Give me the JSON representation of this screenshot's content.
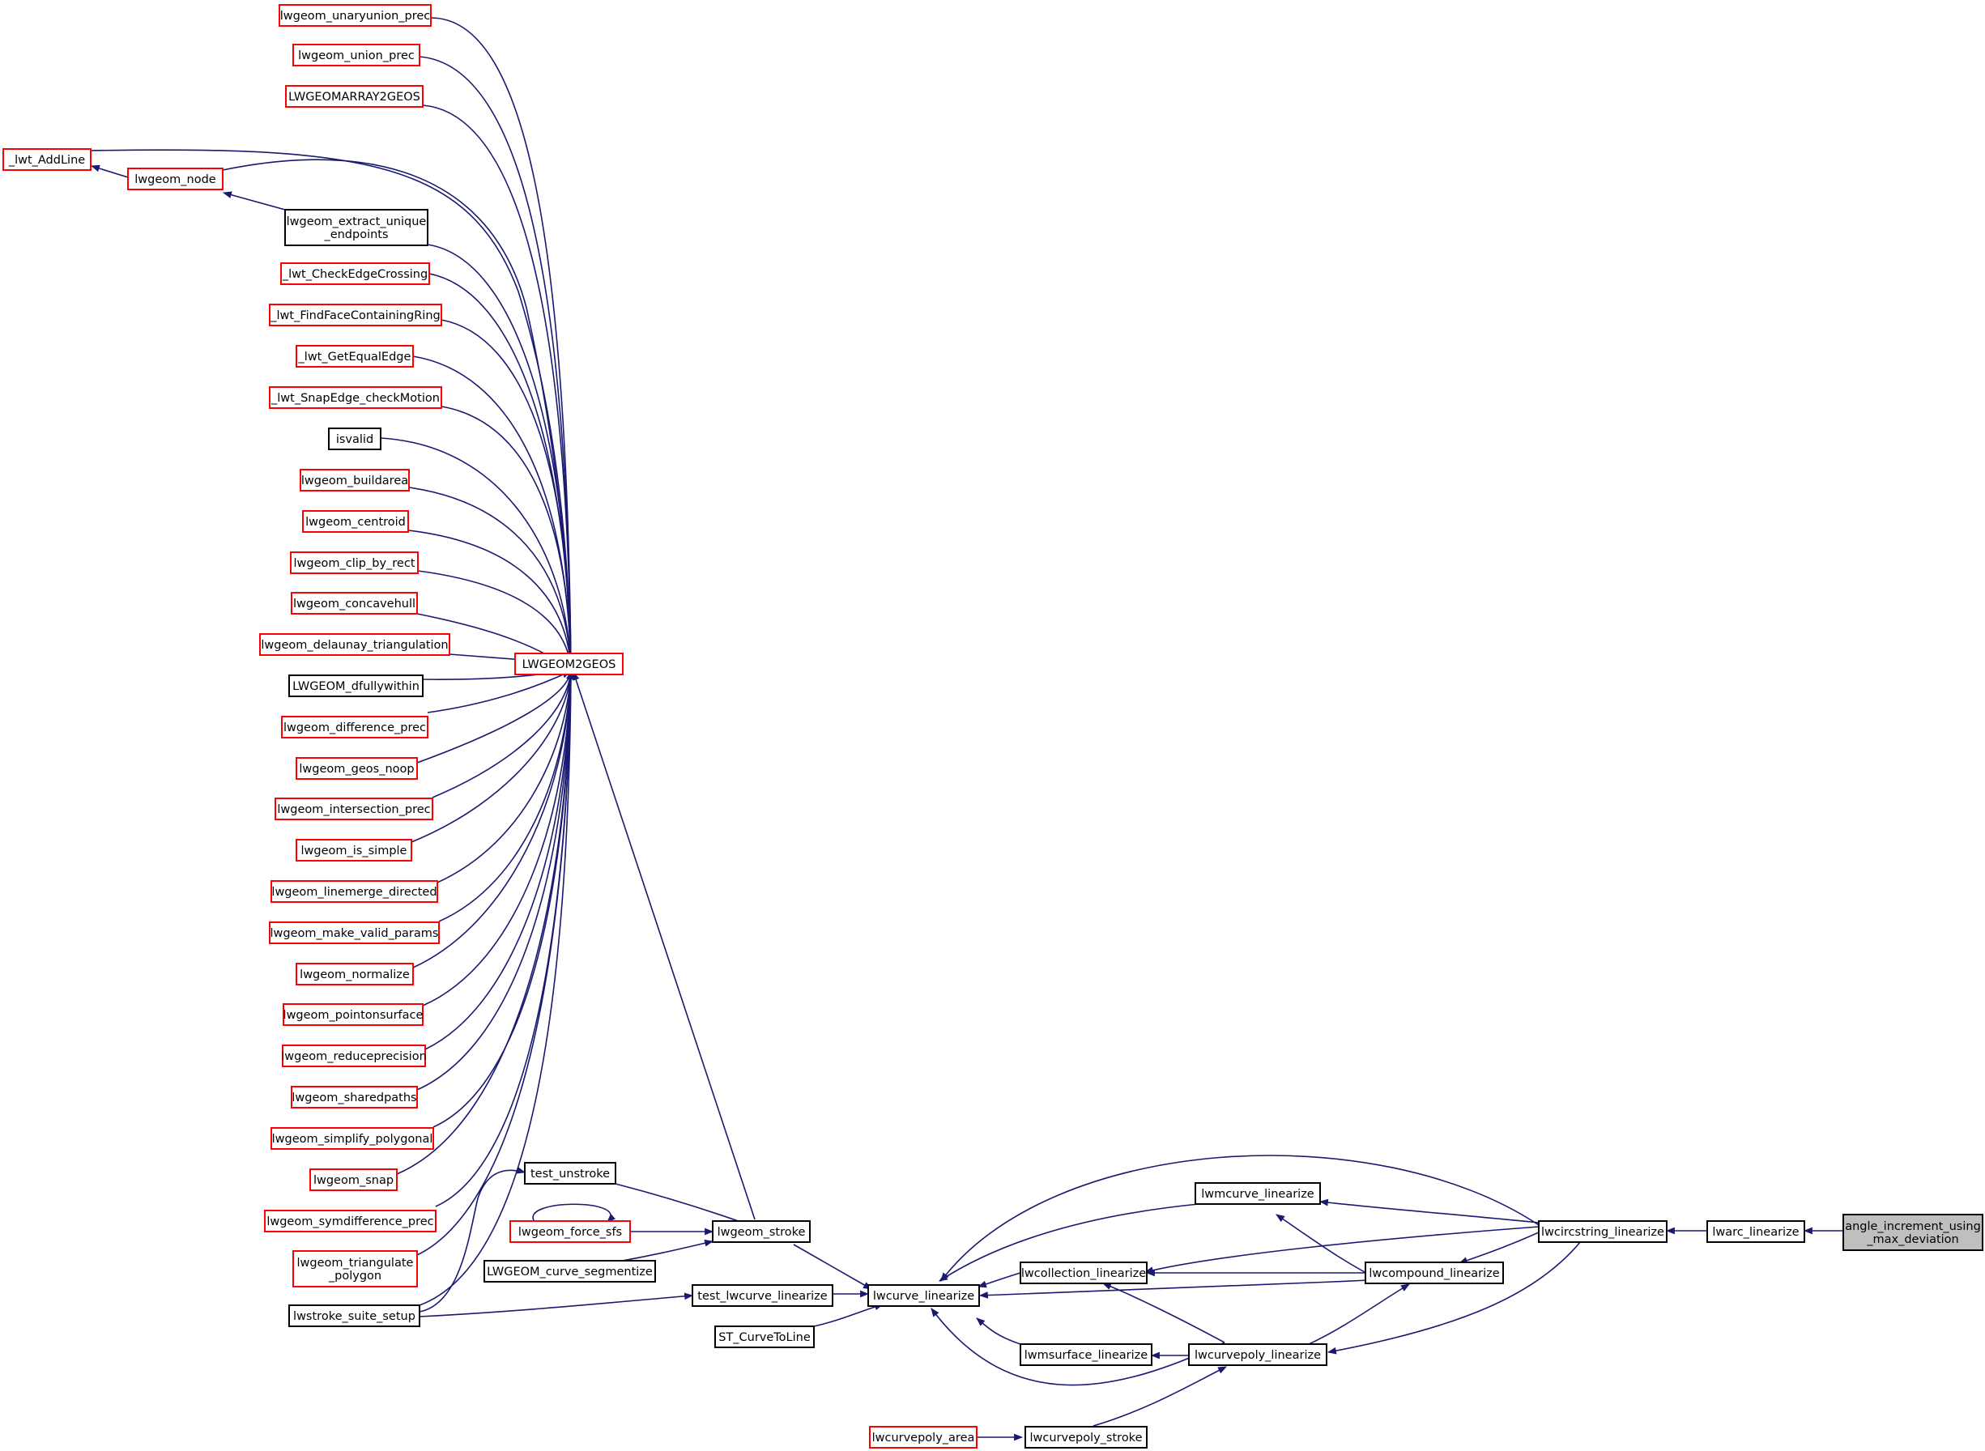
{
  "colors": {
    "edge": "#191970",
    "border_red": "#ff0000",
    "border_black": "#000000",
    "root_fill": "#bfbfbf",
    "background": "#ffffff"
  },
  "nodes": [
    {
      "id": "unaryunion",
      "lines": [
        "lwgeom_unaryunion_prec"
      ],
      "style": "red"
    },
    {
      "id": "union_prec",
      "lines": [
        "lwgeom_union_prec"
      ],
      "style": "red"
    },
    {
      "id": "array2geos",
      "lines": [
        "LWGEOMARRAY2GEOS"
      ],
      "style": "red"
    },
    {
      "id": "addline",
      "lines": [
        "_lwt_AddLine"
      ],
      "style": "red"
    },
    {
      "id": "node",
      "lines": [
        "lwgeom_node"
      ],
      "style": "red"
    },
    {
      "id": "extract",
      "lines": [
        "lwgeom_extract_unique",
        "_endpoints"
      ],
      "style": "black"
    },
    {
      "id": "checkedge",
      "lines": [
        "_lwt_CheckEdgeCrossing"
      ],
      "style": "red"
    },
    {
      "id": "findface",
      "lines": [
        "_lwt_FindFaceContainingRing"
      ],
      "style": "red"
    },
    {
      "id": "getequal",
      "lines": [
        "_lwt_GetEqualEdge"
      ],
      "style": "red"
    },
    {
      "id": "snapedge",
      "lines": [
        "_lwt_SnapEdge_checkMotion"
      ],
      "style": "red"
    },
    {
      "id": "isvalid",
      "lines": [
        "isvalid"
      ],
      "style": "black"
    },
    {
      "id": "buildarea",
      "lines": [
        "lwgeom_buildarea"
      ],
      "style": "red"
    },
    {
      "id": "centroid",
      "lines": [
        "lwgeom_centroid"
      ],
      "style": "red"
    },
    {
      "id": "clip",
      "lines": [
        "lwgeom_clip_by_rect"
      ],
      "style": "red"
    },
    {
      "id": "concave",
      "lines": [
        "lwgeom_concavehull"
      ],
      "style": "red"
    },
    {
      "id": "delaunay",
      "lines": [
        "lwgeom_delaunay_triangulation"
      ],
      "style": "red"
    },
    {
      "id": "dfully",
      "lines": [
        "LWGEOM_dfullywithin"
      ],
      "style": "black"
    },
    {
      "id": "difference",
      "lines": [
        "lwgeom_difference_prec"
      ],
      "style": "red"
    },
    {
      "id": "geosnoop",
      "lines": [
        "lwgeom_geos_noop"
      ],
      "style": "red"
    },
    {
      "id": "intersection",
      "lines": [
        "lwgeom_intersection_prec"
      ],
      "style": "red"
    },
    {
      "id": "issimple",
      "lines": [
        "lwgeom_is_simple"
      ],
      "style": "red"
    },
    {
      "id": "linemerge",
      "lines": [
        "lwgeom_linemerge_directed"
      ],
      "style": "red"
    },
    {
      "id": "makevalid",
      "lines": [
        "lwgeom_make_valid_params"
      ],
      "style": "red"
    },
    {
      "id": "normalize",
      "lines": [
        "lwgeom_normalize"
      ],
      "style": "red"
    },
    {
      "id": "pointon",
      "lines": [
        "lwgeom_pointonsurface"
      ],
      "style": "red"
    },
    {
      "id": "reduceprec",
      "lines": [
        "lwgeom_reduceprecision"
      ],
      "style": "red"
    },
    {
      "id": "sharedpaths",
      "lines": [
        "lwgeom_sharedpaths"
      ],
      "style": "red"
    },
    {
      "id": "simplifypoly",
      "lines": [
        "lwgeom_simplify_polygonal"
      ],
      "style": "red"
    },
    {
      "id": "snap",
      "lines": [
        "lwgeom_snap"
      ],
      "style": "red"
    },
    {
      "id": "symdiff",
      "lines": [
        "lwgeom_symdifference_prec"
      ],
      "style": "red"
    },
    {
      "id": "triangulate",
      "lines": [
        "lwgeom_triangulate",
        "_polygon"
      ],
      "style": "red"
    },
    {
      "id": "suite",
      "lines": [
        "lwstroke_suite_setup"
      ],
      "style": "black"
    },
    {
      "id": "lwgeom2geos",
      "lines": [
        "LWGEOM2GEOS"
      ],
      "style": "red"
    },
    {
      "id": "unstroke",
      "lines": [
        "test_unstroke"
      ],
      "style": "black"
    },
    {
      "id": "forcesfs",
      "lines": [
        "lwgeom_force_sfs"
      ],
      "style": "red"
    },
    {
      "id": "segmentize",
      "lines": [
        "LWGEOM_curve_segmentize"
      ],
      "style": "black"
    },
    {
      "id": "stroke",
      "lines": [
        "lwgeom_stroke"
      ],
      "style": "black"
    },
    {
      "id": "testlin",
      "lines": [
        "test_lwcurve_linearize"
      ],
      "style": "black"
    },
    {
      "id": "st_curve",
      "lines": [
        "ST_CurveToLine"
      ],
      "style": "black"
    },
    {
      "id": "curve_lin",
      "lines": [
        "lwcurve_linearize"
      ],
      "style": "black"
    },
    {
      "id": "mcurve",
      "lines": [
        "lwmcurve_linearize"
      ],
      "style": "black"
    },
    {
      "id": "collection",
      "lines": [
        "lwcollection_linearize"
      ],
      "style": "black"
    },
    {
      "id": "msurface",
      "lines": [
        "lwmsurface_linearize"
      ],
      "style": "black"
    },
    {
      "id": "compound",
      "lines": [
        "lwcompound_linearize"
      ],
      "style": "black"
    },
    {
      "id": "curvepoly",
      "lines": [
        "lwcurvepoly_linearize"
      ],
      "style": "black"
    },
    {
      "id": "cpoly_area",
      "lines": [
        "lwcurvepoly_area"
      ],
      "style": "red"
    },
    {
      "id": "cpoly_stroke",
      "lines": [
        "lwcurvepoly_stroke"
      ],
      "style": "black"
    },
    {
      "id": "circstring",
      "lines": [
        "lwcircstring_linearize"
      ],
      "style": "black"
    },
    {
      "id": "arc",
      "lines": [
        "lwarc_linearize"
      ],
      "style": "black"
    },
    {
      "id": "angle",
      "lines": [
        "angle_increment_using",
        "_max_deviation"
      ],
      "style": "root"
    }
  ]
}
